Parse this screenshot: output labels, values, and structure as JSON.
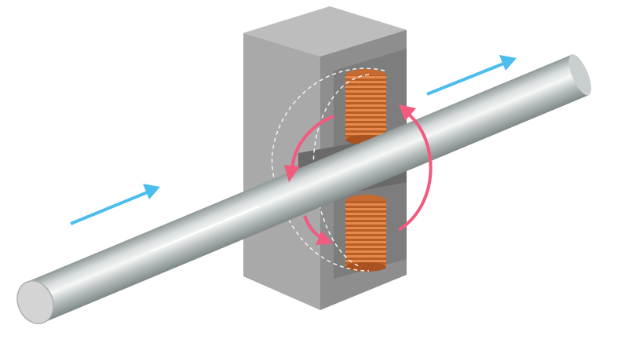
{
  "colors": {
    "flow_arrow": "#4cbdec",
    "field_arrow": "#f25a7e",
    "coil": "#d9783a",
    "block_front": "#a9a9a9",
    "block_side": "#8e8e8e",
    "block_top": "#bdbdbd",
    "rod_highlight": "#f4f6f6",
    "rod_shadow": "#8e9696"
  },
  "icons": [
    "flow-arrow-left",
    "flow-arrow-right",
    "field-arrow-upper",
    "field-arrow-lower",
    "field-arrow-right"
  ]
}
